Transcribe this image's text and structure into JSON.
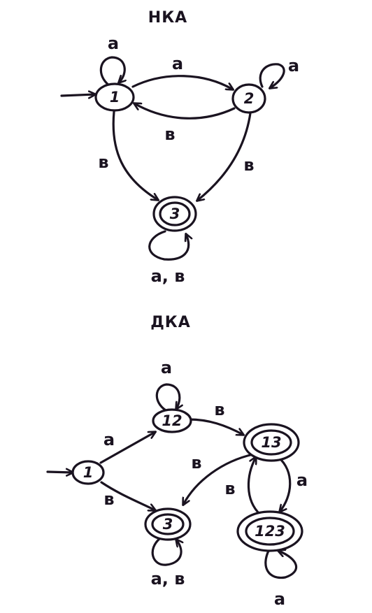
{
  "nfa": {
    "title": "НКА",
    "states": [
      {
        "id": "1",
        "label": "1",
        "initial": true,
        "final": false
      },
      {
        "id": "2",
        "label": "2",
        "initial": false,
        "final": false
      },
      {
        "id": "3",
        "label": "3",
        "initial": false,
        "final": true
      }
    ],
    "transitions": [
      {
        "from": "1",
        "to": "1",
        "label": "a"
      },
      {
        "from": "1",
        "to": "2",
        "label": "a"
      },
      {
        "from": "2",
        "to": "2",
        "label": "a"
      },
      {
        "from": "2",
        "to": "1",
        "label": "в"
      },
      {
        "from": "1",
        "to": "3",
        "label": "в"
      },
      {
        "from": "2",
        "to": "3",
        "label": "в"
      },
      {
        "from": "3",
        "to": "3",
        "label": "a, в"
      }
    ]
  },
  "dfa": {
    "title": "ДКА",
    "states": [
      {
        "id": "1",
        "label": "1",
        "initial": true,
        "final": false
      },
      {
        "id": "12",
        "label": "12",
        "initial": false,
        "final": false
      },
      {
        "id": "3",
        "label": "3",
        "initial": false,
        "final": true
      },
      {
        "id": "13",
        "label": "13",
        "initial": false,
        "final": true
      },
      {
        "id": "123",
        "label": "123",
        "initial": false,
        "final": true
      }
    ],
    "transitions": [
      {
        "from": "1",
        "to": "12",
        "label": "a"
      },
      {
        "from": "1",
        "to": "3",
        "label": "в"
      },
      {
        "from": "12",
        "to": "12",
        "label": "a"
      },
      {
        "from": "12",
        "to": "13",
        "label": "в"
      },
      {
        "from": "13",
        "to": "3",
        "label": "в"
      },
      {
        "from": "13",
        "to": "123",
        "label": "a"
      },
      {
        "from": "123",
        "to": "13",
        "label": "в"
      },
      {
        "from": "123",
        "to": "123",
        "label": "a"
      },
      {
        "from": "3",
        "to": "3",
        "label": "a, в"
      }
    ]
  }
}
